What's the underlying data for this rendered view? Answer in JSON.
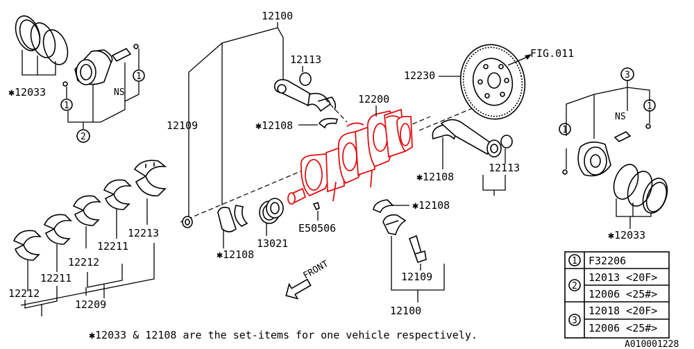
{
  "callouts": {
    "c12100_top": "12100",
    "c12113_left": "12113",
    "c12109_left": "12109",
    "c12108_a": "✱12108",
    "c12200": "12200",
    "c12230": "12230",
    "fig011": "FIG.011",
    "c12033_left": "✱12033",
    "ns_left": "NS",
    "c12108_b": "✱12108",
    "c12113_right": "12113",
    "c12108_c": "✱12108",
    "e50506": "E50506",
    "c13021": "13021",
    "c12108_d": "✱12108",
    "c12109_right": "12109",
    "c12100_bottom": "12100",
    "c12213": "12213",
    "c12211_a": "12211",
    "c12212_a": "12212",
    "c12211_b": "12211",
    "c12212_b": "12212",
    "c12209": "12209",
    "ns_right": "NS",
    "c12033_right": "✱12033",
    "front": "FRONT",
    "footnote": "✱12033 & 12108 are the set-items for one vehicle respectively.",
    "doc_id": "A010001228"
  },
  "markers": {
    "one": "1",
    "two": "2",
    "three": "3"
  },
  "legend": {
    "row1_num": "1",
    "row1_part": "F32206",
    "row2_num": "2",
    "row2_parts": [
      "12013 <20F>",
      "12006 <25#>"
    ],
    "row3_num": "3",
    "row3_parts": [
      "12018 <20F>",
      "12006 <25#>"
    ]
  },
  "colors": {
    "highlight": "#e01010",
    "line": "#000000"
  }
}
